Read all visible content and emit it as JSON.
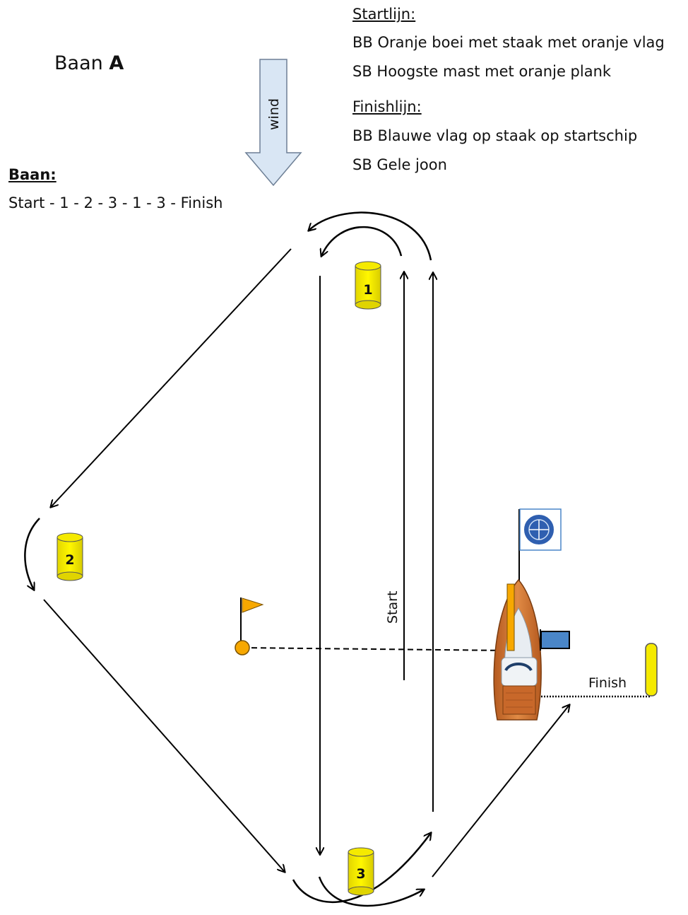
{
  "course": {
    "prefix": "Baan ",
    "letter": "A"
  },
  "startline": {
    "heading": "Startlijn:",
    "bb": "BB Oranje boei met staak met oranje vlag",
    "sb": "SB Hoogste mast met oranje plank"
  },
  "finishline": {
    "heading": "Finishlijn:",
    "bb": "BB Blauwe vlag op staak op startschip",
    "sb": "SB Gele joon"
  },
  "route": {
    "heading": "Baan:",
    "sequence": "Start - 1 - 2 - 3 - 1 - 3 - Finish"
  },
  "wind_label": "wind",
  "marks": {
    "m1": "1",
    "m2": "2",
    "m3": "3"
  },
  "start_label": "Start",
  "finish_label": "Finish",
  "colors": {
    "buoy_yellow": "#f5ea00",
    "flag_orange": "#f7a800",
    "wind_arrow_fill": "#d9e6f4",
    "wind_arrow_stroke": "#6d7f95",
    "blue_flag": "#4a86c8",
    "hull": "#c8682a"
  }
}
